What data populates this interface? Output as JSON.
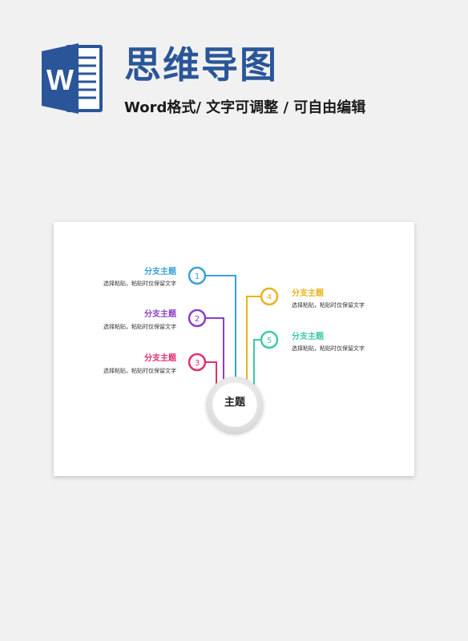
{
  "header": {
    "title": "思维导图",
    "subtitle": "Word格式/ 文字可调整 / 可自由编辑",
    "logo_letter": "W",
    "logo_color": "#2a5699"
  },
  "mindmap": {
    "center": {
      "label": "主题"
    },
    "branches": [
      {
        "number": "1",
        "title": "分支主题",
        "desc": "选择粘贴，粘贴时仅保留文字",
        "color": "#3aa0d8",
        "side": "left"
      },
      {
        "number": "2",
        "title": "分支主题",
        "desc": "选择粘贴，粘贴时仅保留文字",
        "color": "#8a3fc9",
        "side": "left"
      },
      {
        "number": "3",
        "title": "分支主题",
        "desc": "选择粘贴，粘贴时仅保留文字",
        "color": "#e0306e",
        "side": "left"
      },
      {
        "number": "4",
        "title": "分支主题",
        "desc": "选择粘贴，粘贴时仅保留文字",
        "color": "#e8b320",
        "side": "right"
      },
      {
        "number": "5",
        "title": "分支主题",
        "desc": "选择粘贴，粘贴时仅保留文字",
        "color": "#3fc9a8",
        "side": "right"
      }
    ]
  }
}
